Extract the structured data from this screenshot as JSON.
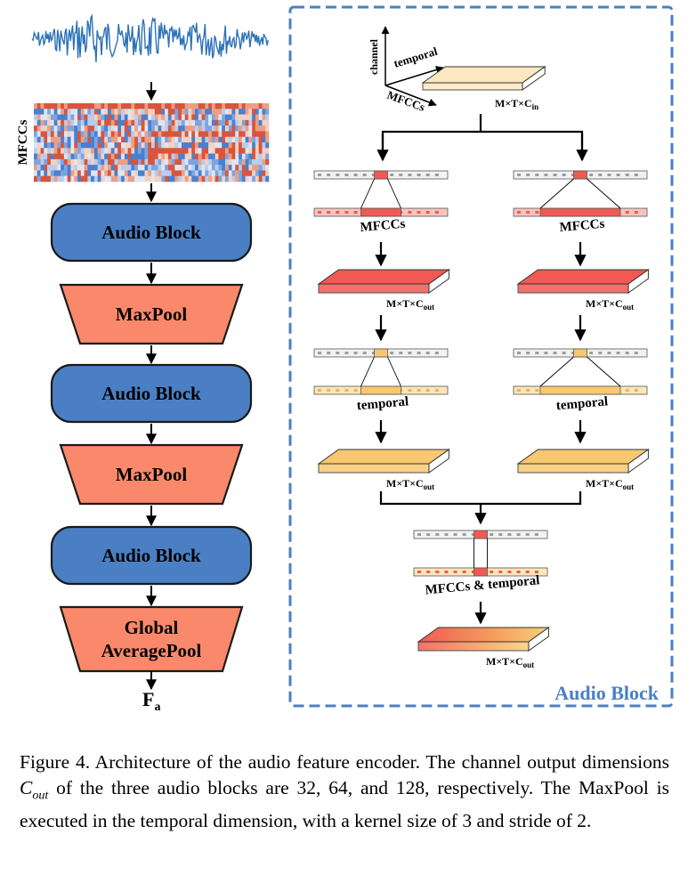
{
  "left_pipeline": {
    "mfcc_label": "MFCCs",
    "blocks": [
      {
        "kind": "audio",
        "label": "Audio Block"
      },
      {
        "kind": "pool",
        "label": "MaxPool"
      },
      {
        "kind": "audio",
        "label": "Audio Block"
      },
      {
        "kind": "pool",
        "label": "MaxPool"
      },
      {
        "kind": "audio",
        "label": "Audio Block"
      },
      {
        "kind": "pool",
        "label": "Global AveragePool",
        "lines": [
          "Global",
          "AveragePool"
        ]
      }
    ],
    "output": {
      "base": "F",
      "sub": "a"
    }
  },
  "detail": {
    "title": "Audio Block",
    "axes": {
      "channel": "channel",
      "temporal": "temporal",
      "mfcc": "MFCCs"
    },
    "input_dim": {
      "base": "M×T×C",
      "sub": "in"
    },
    "out_dim": {
      "base": "M×T×C",
      "sub": "out"
    },
    "conv_labels": {
      "mfcc": "MFCCs",
      "temporal": "temporal",
      "both": "MFCCs & temporal"
    }
  },
  "caption": {
    "lead": "Figure 4.  Architecture of the audio feature encoder. The channel output dimensions ",
    "math_base": "C",
    "math_sub": "out",
    "rest": " of the three audio blocks are 32, 64, and 128, respectively.  The MaxPool is executed in the temporal dimension, with a kernel size of 3 and stride of 2."
  },
  "colors": {
    "audio_block": "#4a7fc4",
    "pool_block": "#f9896a",
    "dashed_border": "#4a7fc4",
    "red_slab": "#f05a52",
    "yellow_slab": "#f8c870",
    "input_slab": "#fbe8c0"
  }
}
